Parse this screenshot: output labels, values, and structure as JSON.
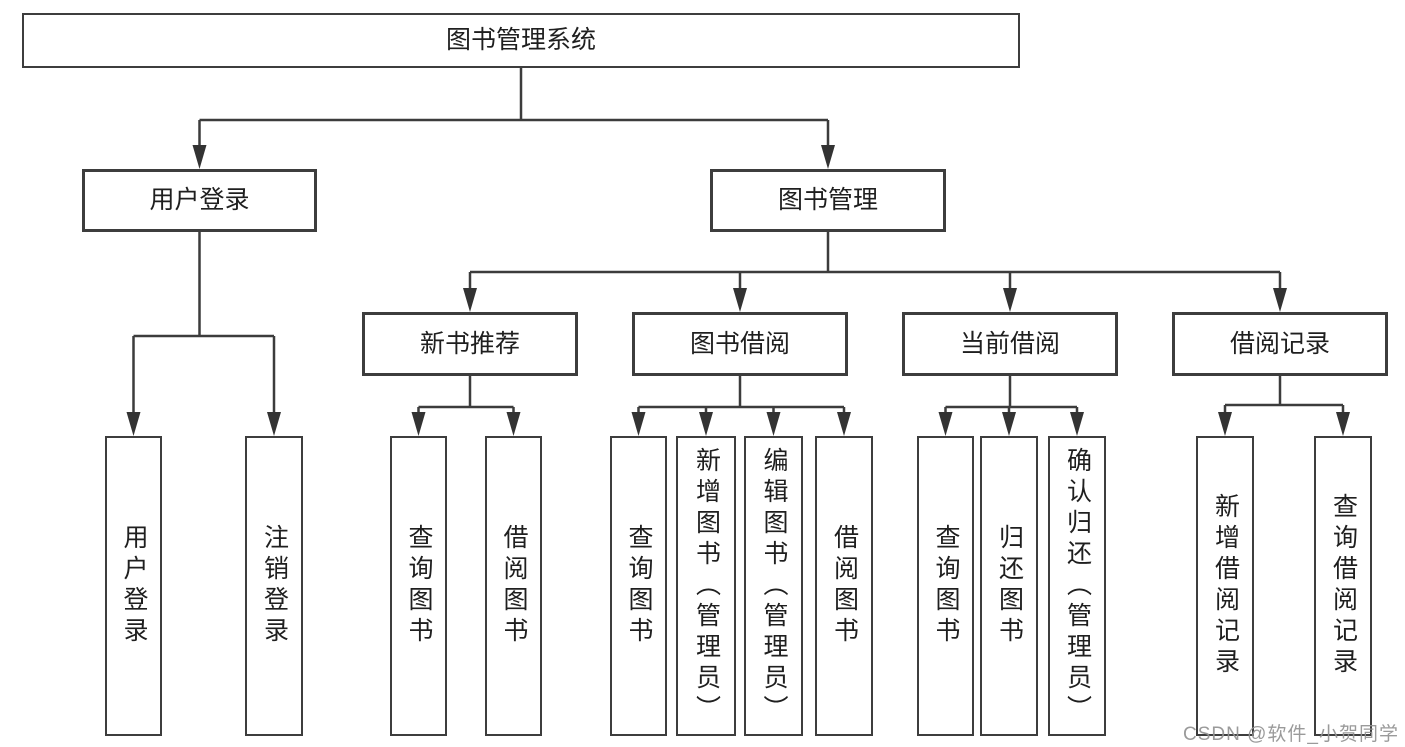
{
  "nodes": {
    "root": {
      "label": "图书管理系统"
    },
    "user_login": {
      "label": "用户登录"
    },
    "book_mgmt": {
      "label": "图书管理"
    },
    "new_book_rec": {
      "label": "新书推荐"
    },
    "book_borrow": {
      "label": "图书借阅"
    },
    "current_borrow": {
      "label": "当前借阅"
    },
    "borrow_records": {
      "label": "借阅记录"
    },
    "leaf_user_login": {
      "label": "用户登录"
    },
    "leaf_logout": {
      "label": "注销登录"
    },
    "leaf_nbr_query_books": {
      "label": "查询图书"
    },
    "leaf_nbr_borrow_books": {
      "label": "借阅图书"
    },
    "leaf_bb_query_books": {
      "label": "查询图书"
    },
    "leaf_bb_add_books": {
      "label": "新增图书（管理员）"
    },
    "leaf_bb_edit_books": {
      "label": "编辑图书（管理员）"
    },
    "leaf_bb_borrow_books": {
      "label": "借阅图书"
    },
    "leaf_cb_query_books": {
      "label": "查询图书"
    },
    "leaf_cb_return_books": {
      "label": "归还图书"
    },
    "leaf_cb_confirm_return": {
      "label": "确认归还（管理员）"
    },
    "leaf_br_add_record": {
      "label": "新增借阅记录"
    },
    "leaf_br_query_record": {
      "label": "查询借阅记录"
    }
  },
  "hierarchy": {
    "edges": [
      [
        "root",
        "user_login"
      ],
      [
        "root",
        "book_mgmt"
      ],
      [
        "user_login",
        "leaf_user_login"
      ],
      [
        "user_login",
        "leaf_logout"
      ],
      [
        "book_mgmt",
        "new_book_rec"
      ],
      [
        "book_mgmt",
        "book_borrow"
      ],
      [
        "book_mgmt",
        "current_borrow"
      ],
      [
        "book_mgmt",
        "borrow_records"
      ],
      [
        "new_book_rec",
        "leaf_nbr_query_books"
      ],
      [
        "new_book_rec",
        "leaf_nbr_borrow_books"
      ],
      [
        "book_borrow",
        "leaf_bb_query_books"
      ],
      [
        "book_borrow",
        "leaf_bb_add_books"
      ],
      [
        "book_borrow",
        "leaf_bb_edit_books"
      ],
      [
        "book_borrow",
        "leaf_bb_borrow_books"
      ],
      [
        "current_borrow",
        "leaf_cb_query_books"
      ],
      [
        "current_borrow",
        "leaf_cb_return_books"
      ],
      [
        "current_borrow",
        "leaf_cb_confirm_return"
      ],
      [
        "borrow_records",
        "leaf_br_add_record"
      ],
      [
        "borrow_records",
        "leaf_br_query_record"
      ]
    ]
  },
  "watermark": {
    "text": "CSDN @软件_小贺同学"
  },
  "colors": {
    "background": "#ffffff",
    "line": "#3c3c3c",
    "box_border": "#3d3d3d",
    "text": "#1f1f1f",
    "watermark": "#919191"
  }
}
